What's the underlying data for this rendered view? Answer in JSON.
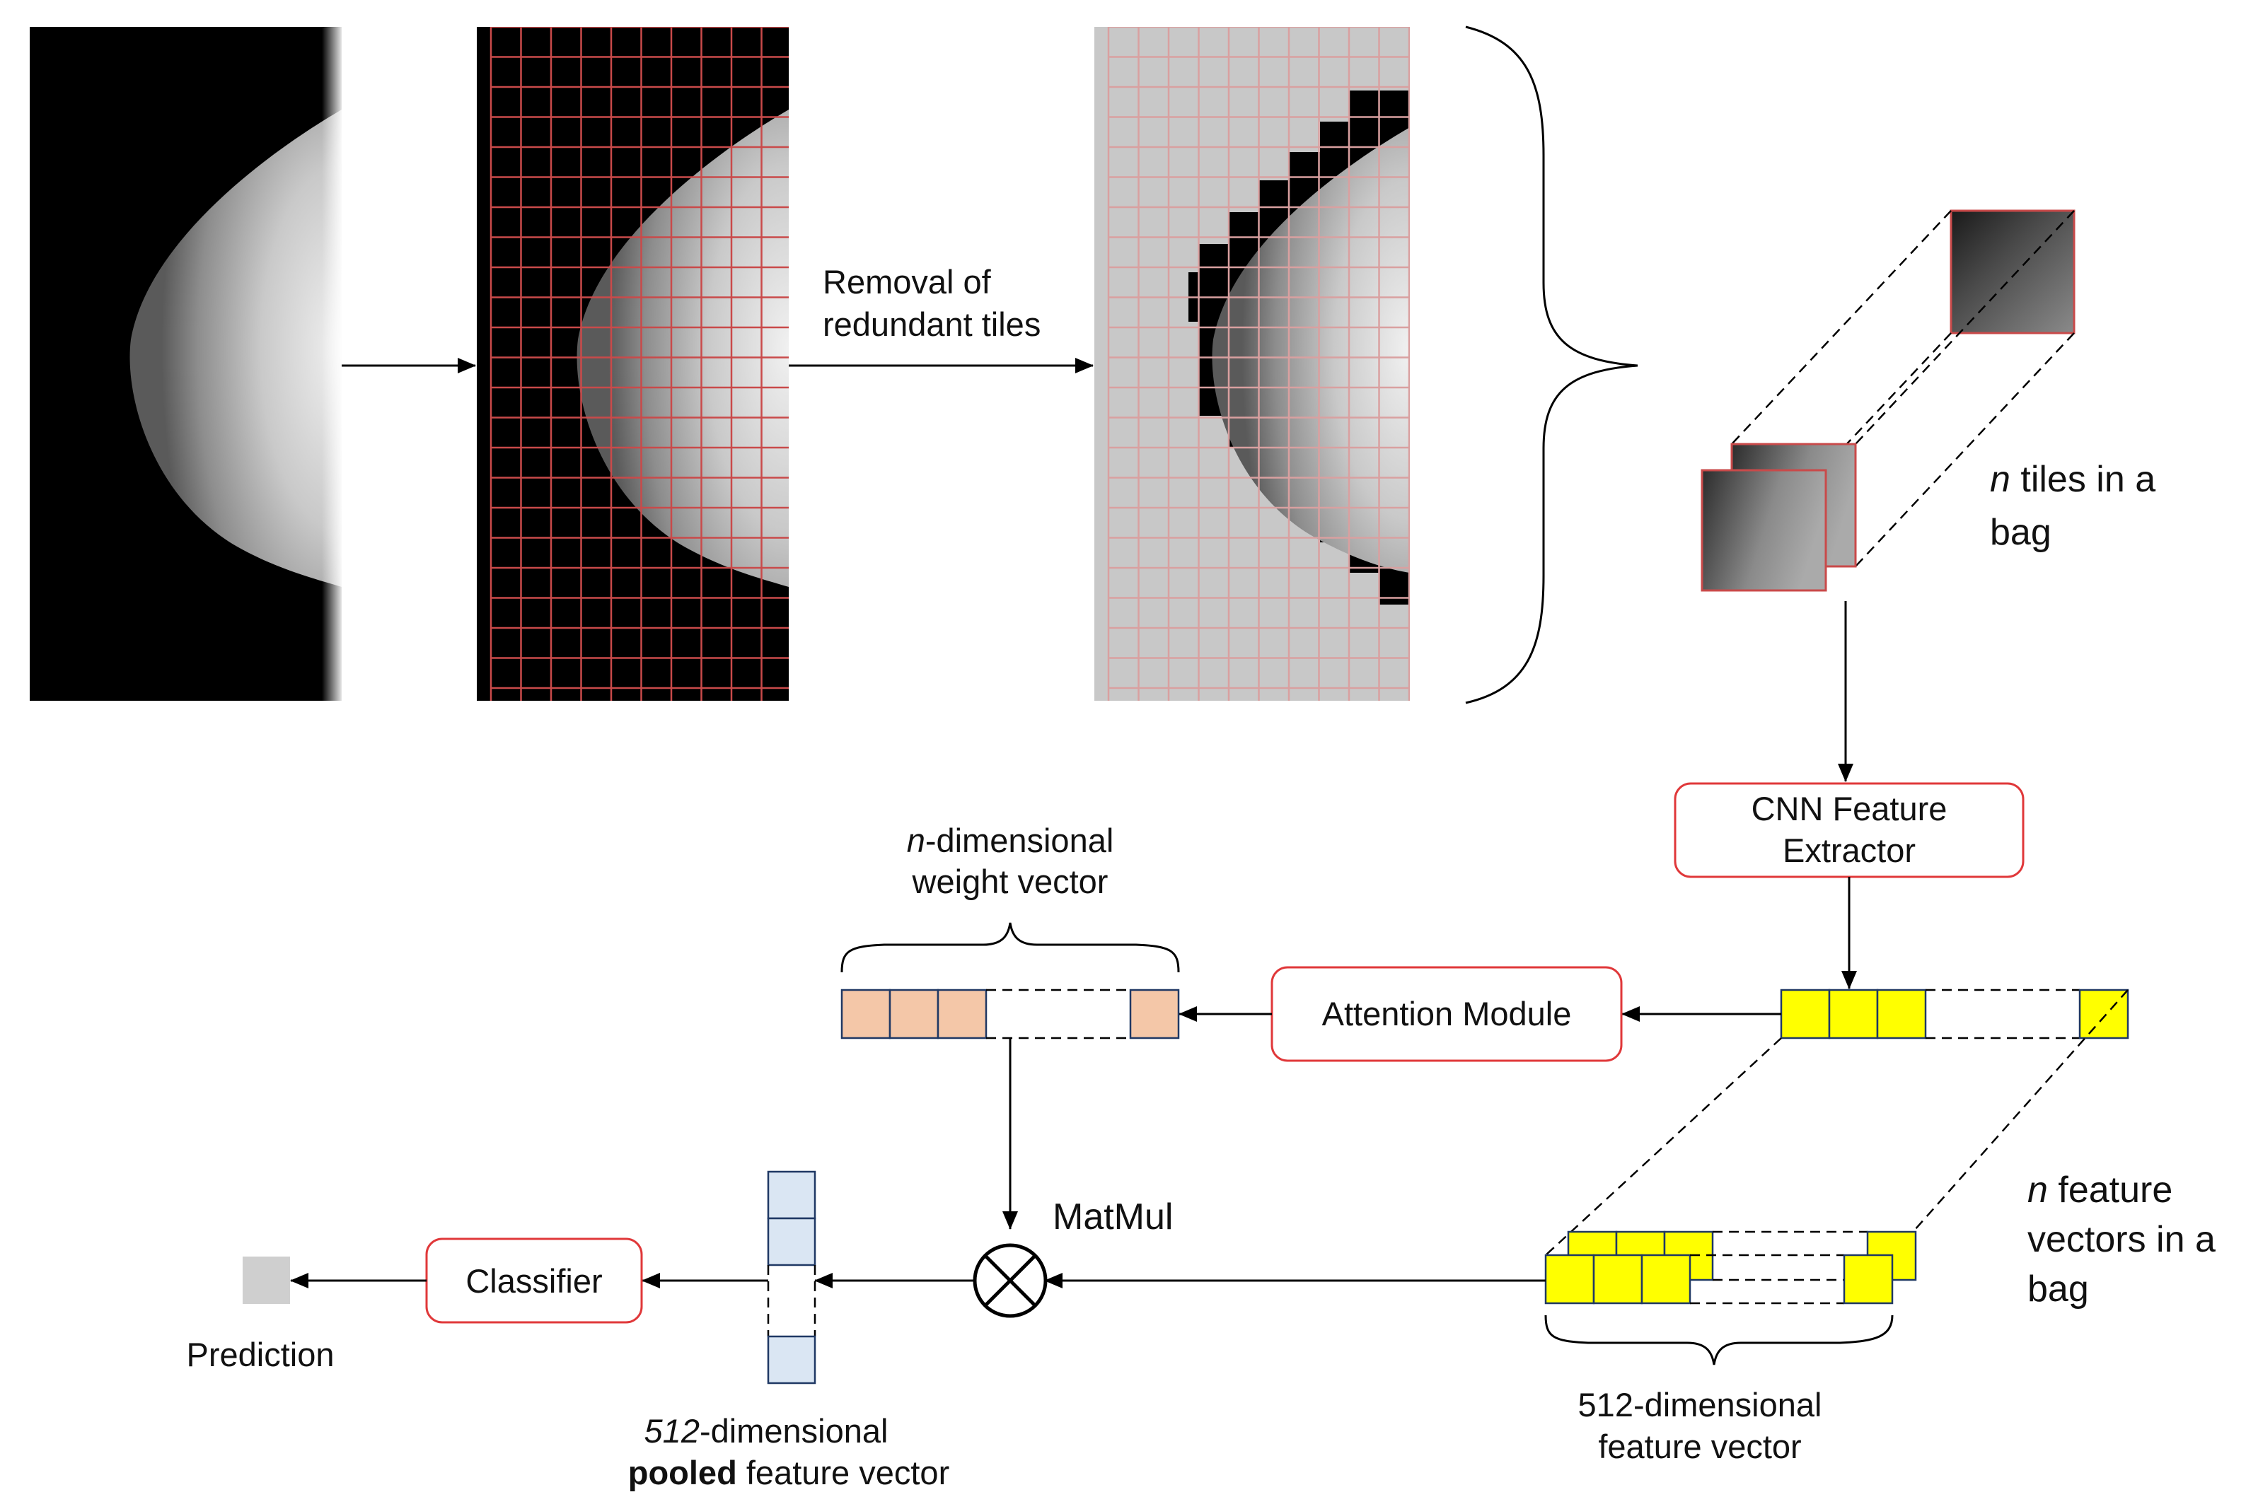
{
  "steps": {
    "removal_line1": "Removal of",
    "removal_line2": "redundant tiles"
  },
  "bag": {
    "tiles_italic": "n",
    "tiles_rest1": " tiles in a",
    "tiles_rest2": "bag"
  },
  "modules": {
    "cnn_line1": "CNN Feature",
    "cnn_line2": "Extractor",
    "attention": "Attention Module",
    "classifier": "Classifier",
    "matmul": "MatMul"
  },
  "vectors": {
    "weight_italic": "n",
    "weight_rest1": "-dimensional",
    "weight_line2": "weight vector",
    "feat_n_italic": "n",
    "feat_line1_rest": " feature",
    "feat_line2": "vectors in a",
    "feat_line3": "bag",
    "feat512_line1": "512-dimensional",
    "feat512_line2": "feature vector",
    "pooled_italic": "512",
    "pooled_rest1": "-dimensional",
    "pooled_bold": "pooled",
    "pooled_rest2": " feature vector",
    "prediction": "Prediction"
  },
  "colors": {
    "module_border": "#e0383a",
    "feature_fill": "#ffff00",
    "weight_fill": "#f4c7a8",
    "pooled_fill": "#dae6f3",
    "prediction_fill": "#cfcfcf",
    "grid_line": "#c94a4a"
  }
}
